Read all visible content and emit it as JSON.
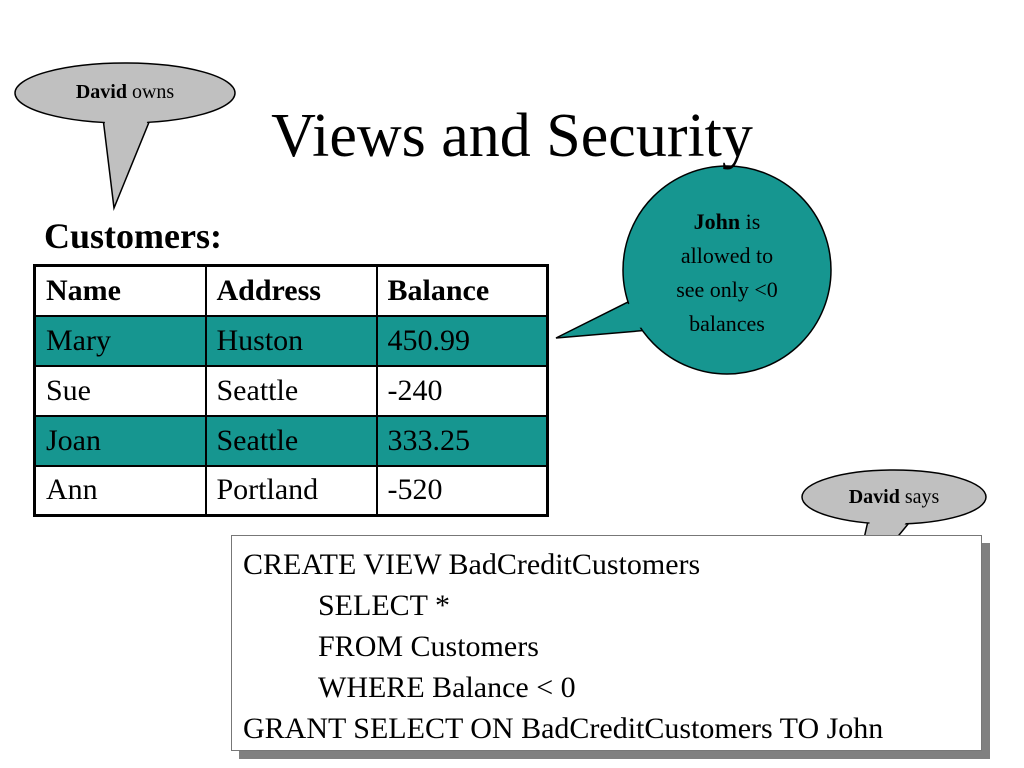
{
  "slide": {
    "title": "Views and Security"
  },
  "owner_callout": {
    "bold": "David",
    "text": "owns"
  },
  "john_callout": {
    "bold": "John",
    "line1_rest": "is",
    "line2": "allowed to",
    "line3": "see only <0",
    "line4": "balances"
  },
  "says_callout": {
    "bold": "David",
    "text": "says"
  },
  "customers_table": {
    "caption": "Customers:",
    "headers": [
      "Name",
      "Address",
      "Balance"
    ],
    "rows": [
      [
        "Mary",
        "Huston",
        "450.99"
      ],
      [
        "Sue",
        "Seattle",
        "-240"
      ],
      [
        "Joan",
        "Seattle",
        "333.25"
      ],
      [
        "Ann",
        "Portland",
        "-520"
      ]
    ]
  },
  "sql": {
    "lines": [
      "CREATE VIEW BadCreditCustomers",
      "SELECT *",
      "FROM Customers",
      "WHERE Balance < 0",
      "GRANT SELECT ON BadCreditCustomers TO John"
    ]
  },
  "colors": {
    "highlight_row": "#169690",
    "bubble_grey": "#c0c0c0",
    "bubble_teal": "#169690",
    "code_shadow": "#808080"
  }
}
